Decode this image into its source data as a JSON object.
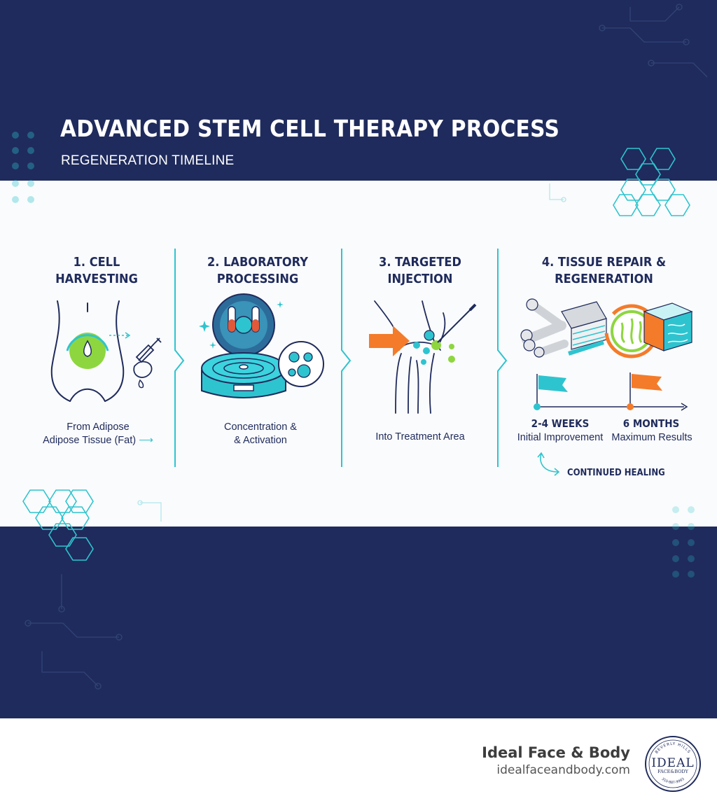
{
  "header": {
    "title": "ADVANCED STEM CELL THERAPY PROCESS",
    "subtitle": "REGENERATION TIMELINE"
  },
  "steps": [
    {
      "title_line1": "1. CELL",
      "title_line2": "HARVESTING",
      "caption_line1": "From Adipose",
      "caption_line2": "Adipose Tissue (Fat)"
    },
    {
      "title_line1": "2. LABORATORY",
      "title_line2": "PROCESSING",
      "caption_line1": "Concentration &",
      "caption_line2": "& Activation"
    },
    {
      "title_line1": "3. TARGETED",
      "title_line2": "INJECTION",
      "caption_line1": "Into Treatment Area"
    },
    {
      "title_line1": "4. TISSUE REPAIR &",
      "title_line2": "REGENERATION"
    }
  ],
  "timeline": {
    "milestones": [
      {
        "label": "2-4 WEEKS",
        "sub": "Initial Improvement",
        "flag_color": "#2ec4cf"
      },
      {
        "label": "6 MONTHS",
        "sub": "Maximum Results",
        "flag_color": "#f47b2a"
      }
    ],
    "note": "CONTINUED HEALING"
  },
  "brand": {
    "name": "Ideal Face & Body",
    "url": "idealfaceandbody.com",
    "logo_top_text": "BEVERLY HILLS",
    "logo_word": "IDEAL",
    "logo_sub": "FACE&BODY",
    "logo_phone": "310-887-9993"
  },
  "colors": {
    "navy": "#1f2b5c",
    "teal": "#2ec4cf",
    "lime": "#8ed63f",
    "orange": "#f47b2a"
  }
}
